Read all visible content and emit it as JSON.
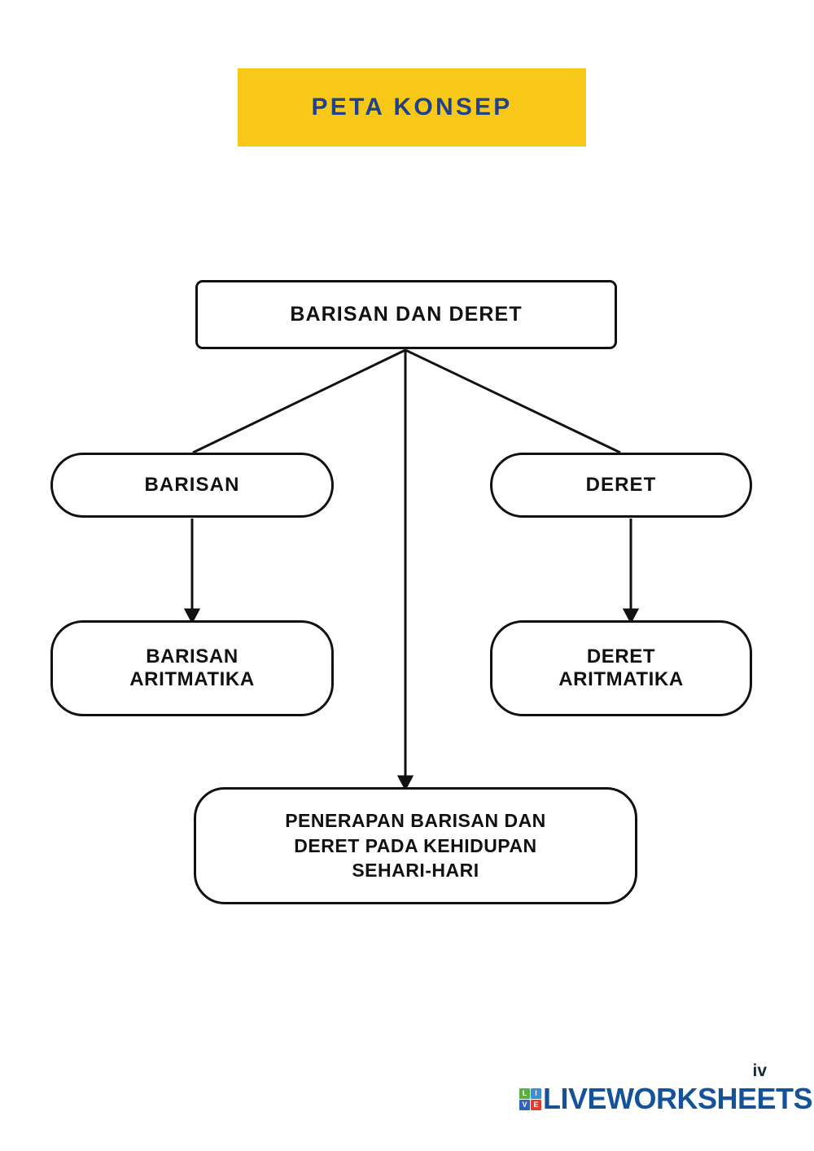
{
  "header": {
    "title": "PETA KONSEP",
    "banner_color": "#F7C818",
    "title_color": "#1F4289"
  },
  "diagram": {
    "type": "concept-map",
    "line_color": "#111111",
    "node_fill": "#ffffff",
    "nodes": [
      {
        "id": "root",
        "label": "BARISAN DAN DERET",
        "shape": "rounded-rect",
        "level": 0
      },
      {
        "id": "barisan",
        "label": "BARISAN",
        "shape": "pill",
        "level": 1
      },
      {
        "id": "deret",
        "label": "DERET",
        "shape": "pill",
        "level": 1
      },
      {
        "id": "barisan-aritmatika",
        "label": "BARISAN\nARITMATIKA",
        "shape": "pill",
        "level": 2
      },
      {
        "id": "deret-aritmatika",
        "label": "DERET\nARITMATIKA",
        "shape": "pill",
        "level": 2
      },
      {
        "id": "penerapan",
        "label": "PENERAPAN BARISAN DAN\nDERET PADA KEHIDUPAN\nSEHARI-HARI",
        "shape": "pill",
        "level": 2
      }
    ],
    "edges": [
      {
        "from": "root",
        "to": "barisan",
        "arrow": false
      },
      {
        "from": "root",
        "to": "deret",
        "arrow": false
      },
      {
        "from": "root",
        "to": "penerapan",
        "arrow": true
      },
      {
        "from": "barisan",
        "to": "barisan-aritmatika",
        "arrow": true
      },
      {
        "from": "deret",
        "to": "deret-aritmatika",
        "arrow": true
      }
    ]
  },
  "footer": {
    "page_number": "iv",
    "logo": {
      "badge_letters": [
        "L",
        "I",
        "V",
        "E"
      ],
      "wordmark": "LIVEWORKSHEETS",
      "wordmark_color": "#14539A",
      "badge_colors": [
        "#5BAF3E",
        "#3E8FD0",
        "#2E63B5",
        "#E03C31"
      ]
    }
  }
}
